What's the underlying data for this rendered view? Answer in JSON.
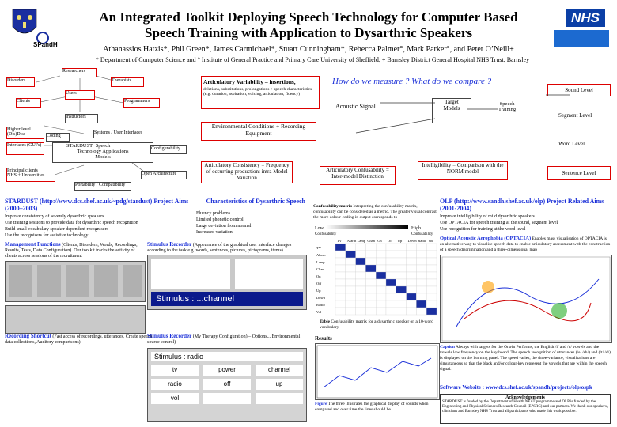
{
  "header": {
    "title_line1": "An Integrated Toolkit Deploying Speech Technology for Computer Based",
    "title_line2": "Speech Training with Application to Dysarthric Speakers",
    "authors": "Athanassios Hatzis*, Phil Green*, James Carmichael*, Stuart Cunningham*, Rebecca Palmer°, Mark Parker°, and Peter O’Neill+",
    "affiliation": "* Department of Computer Science and ° Institute of General Practice and Primary Care University of Sheffield, + Barnsley District General Hospital NHS Trust, Barnsley",
    "left_logo_label": "SPandH",
    "nhs_label": "NHS"
  },
  "diagram_left": {
    "nodes": [
      "Disorders",
      "Researchers",
      "Therapists",
      "Users",
      "Clients",
      "Programmers",
      "Instructors",
      "Higher level (Dis)Diss",
      "Interfaces (GUI's)",
      "Principal clients\n NHS + Universities",
      "Systems / User Interfaces",
      "Coding",
      "STARDUST",
      "Speech\nTechnology Applications\nModels",
      "Configurability",
      "Open Architecture",
      "Portability / Compatibility"
    ]
  },
  "diagram_right": {
    "articulatory_variability": "Articulatory Variability – insertions,",
    "articulatory_variability_detail": "deletions, substitutions, prolongations + speech characteristics (e.g. duration, aspiration, voicing, articulation, fluency)",
    "question": "How do we measure ? What do we compare ?",
    "acoustic_signal": "Acoustic Signal",
    "target_models": "Target\nModels",
    "speech_training": "Speech\nTraining",
    "sound_level": "Sound Level",
    "segment_level": "Segment Level",
    "word_level": "Word Level",
    "sentence_level": "Sentence Level",
    "env_conditions": "Environmental Conditions + Recording Equipment",
    "artic_consistency": "Articulatory Consistency = Frequency of occurring production: intra Model Variation",
    "artic_confusability": "Articulatory Confusability = Inter-model Distinction",
    "intelligibility": "Intelligibility = Comparison with the NORM model"
  },
  "stardust": {
    "title": "STARDUST (http://www.dcs.shef.ac.uk/~pdg/stardust) Project Aims (2000–2003)",
    "bullets": [
      "Improve consistency of severely dysarthric speakers",
      "Use training sessions to provide data for dysarthric speech recognition",
      "Build small vocabulary speaker dependent recognisers",
      "Use the recognisers for assistive technology"
    ]
  },
  "characteristics": {
    "title": "Characteristics of Dysarthric Speech",
    "bullets": [
      "Fluency problems",
      "Limited phonetic control",
      "Large deviation from normal",
      "Increased variation"
    ]
  },
  "confusability": {
    "title": "Confusability matrix",
    "text": "Interpreting the confusability matrix, confusability can be considered as a metric. The greater visual contrast, the more colour-coding in output corresponds to",
    "low": "Low",
    "high": "High",
    "low_label": "Confusability",
    "high_label": "Confusability",
    "columns": [
      "TV",
      "Alarm",
      "Lamp",
      "Chan",
      "On",
      "Off",
      "Up",
      "Down",
      "Radio",
      "Vol"
    ],
    "table_caption": "Table",
    "table_text": "Confusability matrix for a dysarthric speaker on a 10-word vocabulary",
    "results": "Results"
  },
  "management": {
    "title": "Management Functions",
    "text": "(Clients, Disorders, Words, Recordings, Results, Tests, Data Configuration). Our toolkit tracks the activity of clients across sessions of the recruitment"
  },
  "stimulus_recorder": {
    "title": "Stimulus Recorder",
    "text": "(Appearance of the graphical user interface changes according to the task e.g. words, sentences, pictures, pictograms, items)",
    "banner": "Stimulus : ...channel",
    "bottom_title": "Stimulus Recorder",
    "bottom_text": "(My Therapy Configuration) – Options... Environmental source control)",
    "stimulus_label": "Stimulus : radio",
    "grid": [
      "tv",
      "power",
      "channel",
      "radio",
      "off",
      "up",
      "vol",
      "",
      ""
    ]
  },
  "recording_shortcut": {
    "title": "Recording Shortcut",
    "text": "(Fast access of recordings, utterances, Create speech data collections, Auditory comparisons)"
  },
  "olp": {
    "title": "OLP (http://www.sandh.shef.ac.uk/olp) Project Related Aims (2001-2004)",
    "bullets": [
      "Improve intelligibility of mild dysarthric speakers",
      "Use OPTACIA for speech training at the sound, segment level",
      "Use recognition for training at the word level"
    ],
    "optacia_title": "Optical Acoustic Aerophobia (OPTACIA)",
    "optacia_text": "Enables mass visualisation of OPTACIA is an alternative way to visualise speech data to enable articulatory assessment with the construction of a speech discrimination and a three-dimensional map",
    "caption": "Caption",
    "caption_text": "Always with targets for the Orwin Performs, the English /i/ and /u/ vowels and the vowels low frequency on the key board. The speech recognition of utterances (/s/ /sh/) and (/t/ /d/) is displayed on the learning panel. The speed varies, the three-variance, visualisations are simultaneous so that the black and/or colour-key represent the vowels that are within the speech signal.",
    "software": "Software Website : www.dcs.shef.ac.uk/spandh/projects/olp/ospk",
    "ack_title": "Acknowledgements",
    "ack_text": "STARDUST is funded by the Department of Health NEAT programme and OLP is funded by the Engineering and Physical Sciences Research Council (EPSRC) and our partners. We thank our speakers, clinicians and Barnsley NHS Trust and all participants who made this work possible.",
    "figure": "Figure",
    "figure_text": "The three illustrates the graphical display of sounds when compared and over time the lines should be."
  },
  "colors": {
    "title_red": "#cc0000",
    "blue_text": "#1a2fd8",
    "nhs_blue": "#0b3fa6",
    "screen_grey": "#c8c8c8",
    "banner_blue": "#0b1a8c"
  }
}
